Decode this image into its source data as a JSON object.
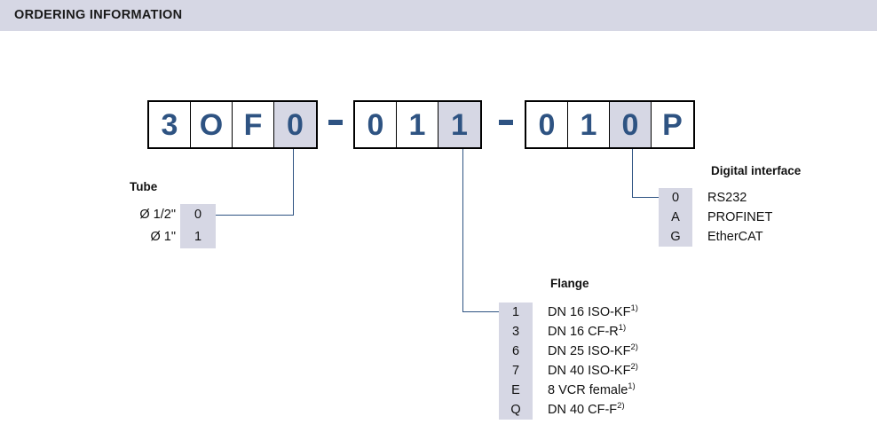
{
  "header": {
    "title": "ORDERING INFORMATION",
    "bar_color": "#d6d7e4"
  },
  "order_code": {
    "accent_color": "#2e5382",
    "highlight_color": "#d6d7e4",
    "separator": "-",
    "groups": [
      {
        "cells": [
          {
            "char": "3",
            "highlighted": false
          },
          {
            "char": "O",
            "highlighted": false
          },
          {
            "char": "F",
            "highlighted": false
          },
          {
            "char": "0",
            "highlighted": true
          }
        ]
      },
      {
        "cells": [
          {
            "char": "0",
            "highlighted": false
          },
          {
            "char": "1",
            "highlighted": false
          },
          {
            "char": "1",
            "highlighted": true
          }
        ]
      },
      {
        "cells": [
          {
            "char": "0",
            "highlighted": false
          },
          {
            "char": "1",
            "highlighted": false
          },
          {
            "char": "0",
            "highlighted": true
          },
          {
            "char": "P",
            "highlighted": false
          }
        ]
      }
    ]
  },
  "options": {
    "tube": {
      "title": "Tube",
      "rows": [
        {
          "label": "Ø 1/2\"",
          "code": "0"
        },
        {
          "label": "Ø 1\"",
          "code": "1"
        }
      ]
    },
    "flange": {
      "title": "Flange",
      "rows": [
        {
          "code": "1",
          "desc": "DN 16 ISO-KF",
          "note": "1)"
        },
        {
          "code": "3",
          "desc": "DN 16 CF-R",
          "note": "1)"
        },
        {
          "code": "6",
          "desc": "DN 25 ISO-KF",
          "note": "2)"
        },
        {
          "code": "7",
          "desc": "DN 40 ISO-KF",
          "note": "2)"
        },
        {
          "code": "E",
          "desc": "8 VCR female",
          "note": "1)"
        },
        {
          "code": "Q",
          "desc": "DN 40 CF-F",
          "note": "2)"
        }
      ]
    },
    "digital_interface": {
      "title": "Digital interface",
      "rows": [
        {
          "code": "0",
          "desc": "RS232",
          "note": ""
        },
        {
          "code": "A",
          "desc": "PROFINET",
          "note": ""
        },
        {
          "code": "G",
          "desc": "EtherCAT",
          "note": ""
        }
      ]
    }
  }
}
